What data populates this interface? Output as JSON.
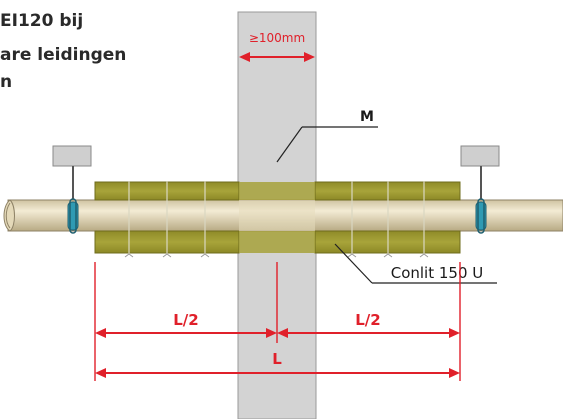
{
  "title": {
    "lines": [
      "EI120 bij",
      "are leidingen",
      "n"
    ]
  },
  "labels": {
    "wall_thickness": "≥100mm",
    "wall": "M",
    "insulation": "Conlit 150 U",
    "half_length_left": "L/2",
    "half_length_right": "L/2",
    "total_length": "L"
  },
  "colors": {
    "wall": "#d3d3d3",
    "insulation": "#9e9a2f",
    "pipe": "#e8dcbc",
    "dimension": "#e0202a",
    "clamp": "#2f9ab3",
    "hanger": "#cfcfcf"
  }
}
